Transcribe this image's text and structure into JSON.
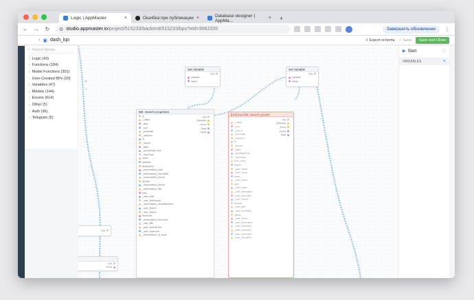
{
  "tabs": [
    {
      "title": "Logic | AppMaster",
      "active": true,
      "color": "#3b7ddd"
    },
    {
      "title": "Ошибка при публикации",
      "active": false,
      "color": "#222222"
    },
    {
      "title": "Database designer | AppMa...",
      "active": false,
      "color": "#3b7ddd"
    }
  ],
  "toolbar": {
    "url_host": "studio.appmaster.io",
    "url_path": "/project/515233/backend/515233/bps?eId=9562205",
    "update_label": "Завершить обновление"
  },
  "header": {
    "title": "dash_kpi",
    "export": "Export schema",
    "save": "Save",
    "save_close": "Save and Close"
  },
  "sidebar": {
    "search_placeholder": "Search blocks",
    "items": [
      {
        "label": "Logic (43)"
      },
      {
        "label": "Functions (184)"
      },
      {
        "label": "Model Functions (301)"
      },
      {
        "label": "User-Created BPs (20)"
      },
      {
        "label": "Variables (47)"
      },
      {
        "label": "Models (144)"
      },
      {
        "label": "Enums (614)"
      },
      {
        "label": "Other (5)"
      },
      {
        "label": "Auth (36)"
      },
      {
        "label": "Telegram (5)"
      }
    ]
  },
  "right_panel": {
    "start": "Start",
    "variables": "VARIABLES"
  },
  "nodes": {
    "setvar1": {
      "title": "Set Variable",
      "pins": [
        "Variable",
        "Value"
      ],
      "out": "Out"
    },
    "setvar2": {
      "title": "Set Variable",
      "pins": [
        "Variable",
        "Value"
      ],
      "out": "Out"
    },
    "search": {
      "title": "DB: Search properties",
      "top_in": "In",
      "top_out": "Out",
      "outputs": [
        "_Records",
        "_Error",
        "Data",
        "Count"
      ],
      "pins": [
        "_Offset",
        "_limit",
        "_sort",
        "_purchase",
        "_ownerId",
        "id",
        "_floorId",
        "_titles",
        "_roomsMaxCount",
        "_floorFloat",
        "name",
        "address",
        "description",
        "_reservations_total",
        "_reservations_floorIdNet",
        "_reservations_floorId",
        "archive",
        "_reservations_floorId",
        "_reservations_title",
        "user",
        "_user_total",
        "_user_floorName",
        "_reservations_floorIdNumber",
        "_user_floorId",
        "_user_floorId",
        "floorcode",
        "_reservations_floorcode",
        "_user_title",
        "_user_floorIdFloor",
        "_user_floorcode",
        "_reservations_id_count"
      ]
    },
    "search_red": {
      "title": "[UN] 513 DB: Search growth",
      "outputs": [
        "Out",
        "_Records",
        "_Error",
        "Count",
        "Data"
      ],
      "pins": [
        "_Offset",
        "_sort",
        "_sort_in",
        "_purchase",
        "_ownerId",
        "id",
        "_floorId",
        "_titles",
        "_floorMaxFloor",
        "_floorFloat",
        "floor_room",
        "status",
        "_user_name",
        "_floor_room",
        "name",
        "_user_name",
        "type",
        "_user_value",
        "_user_floorname",
        "_user_floorIdNo",
        "_user_floorId",
        "archive",
        "_user_title",
        "_user_floorIdNo",
        "status",
        "_user_name",
        "_user_floorname",
        "_user_floorIdNo",
        "_user_floorIdNo",
        "_user_floorcode",
        "_user_floorIdNo"
      ]
    },
    "bottom_left": {
      "out": "Out",
      "label": "Error"
    }
  }
}
